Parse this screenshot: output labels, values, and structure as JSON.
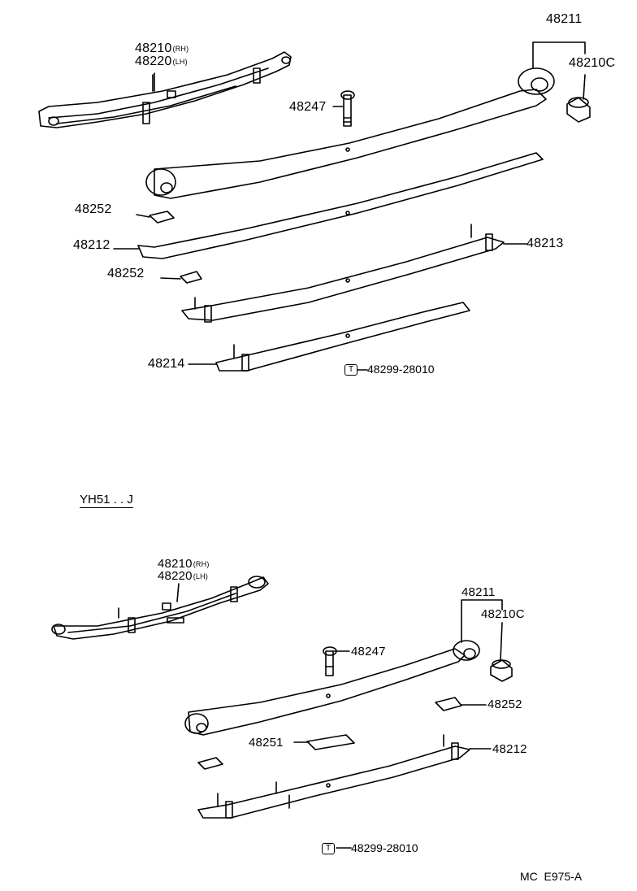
{
  "upper": {
    "spring_assy": {
      "part": "48210",
      "suffix": "(RH)",
      "part2": "48220",
      "suffix2": "(LH)"
    },
    "leaf_no1": "48211",
    "bushing": "48210C",
    "center_bolt": "48247",
    "insert_a": "48252",
    "leaf_no2": "48212",
    "insert_b": "48252",
    "leaf_no3": "48213",
    "leaf_no4": "48214",
    "clip_rivet": "48299-28010",
    "clip_icon_letter": "T"
  },
  "section_label": "YH51 . . J",
  "lower": {
    "spring_assy": {
      "part": "48210",
      "suffix": "(RH)",
      "part2": "48220",
      "suffix2": "(LH)"
    },
    "leaf_no1": "48211",
    "bushing": "48210C",
    "center_bolt": "48247",
    "insert_a": "48252",
    "insert_b": "48251",
    "leaf_no2": "48212",
    "clip_rivet": "48299-28010",
    "clip_icon_letter": "T"
  },
  "figure_code": "MC  E975-A"
}
